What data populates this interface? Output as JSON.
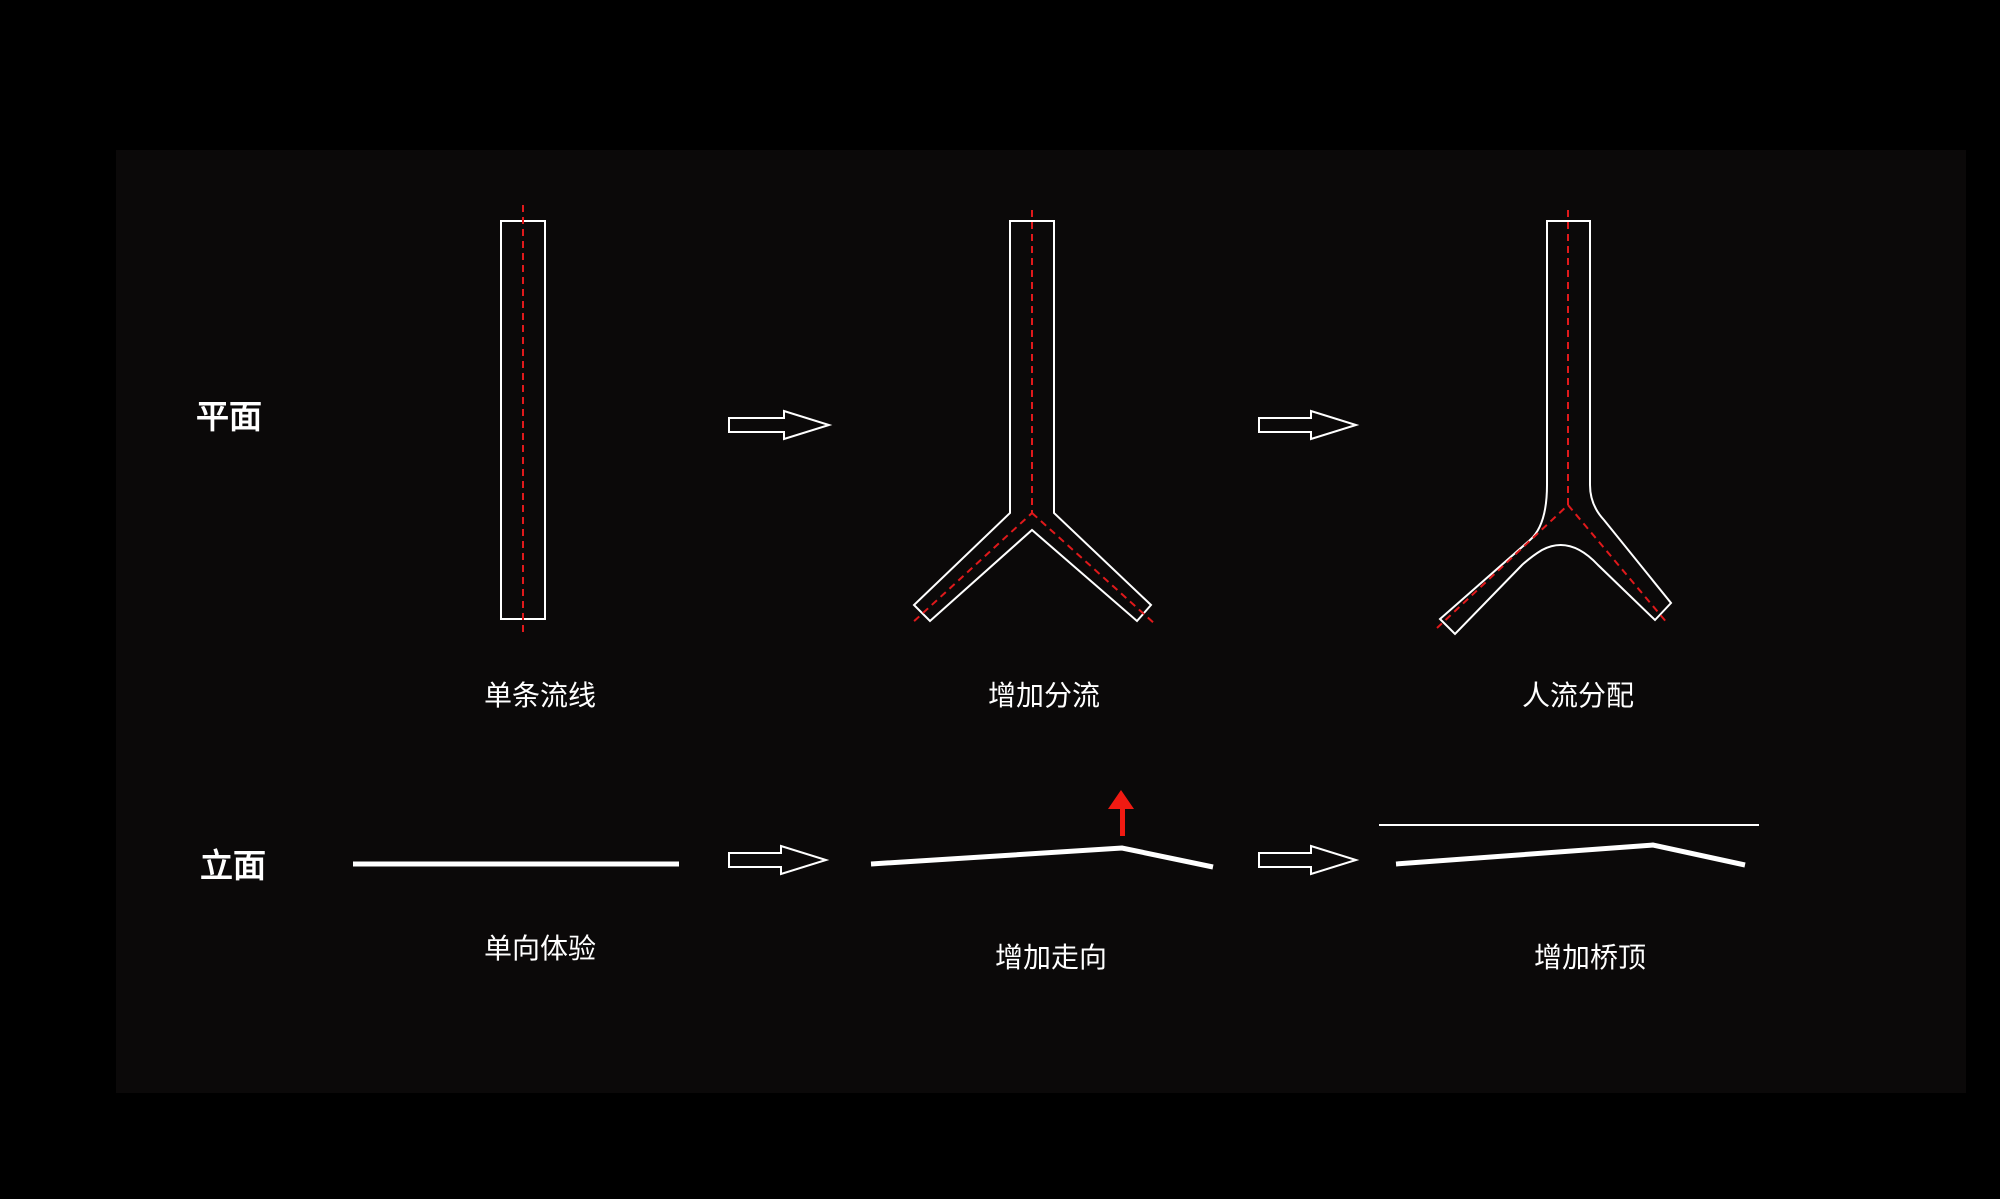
{
  "rows": {
    "plan": "平面",
    "elevation": "立面"
  },
  "captions": {
    "plan_1": "单条流线",
    "plan_2": "增加分流",
    "plan_3": "人流分配",
    "elev_1": "单向体验",
    "elev_2": "增加走向",
    "elev_3": "增加桥顶"
  },
  "colors": {
    "background": "#000000",
    "panel": "#0b0909",
    "outline": "#ffffff",
    "centerline": "#e0191b",
    "accent_arrow": "#f01a12"
  }
}
